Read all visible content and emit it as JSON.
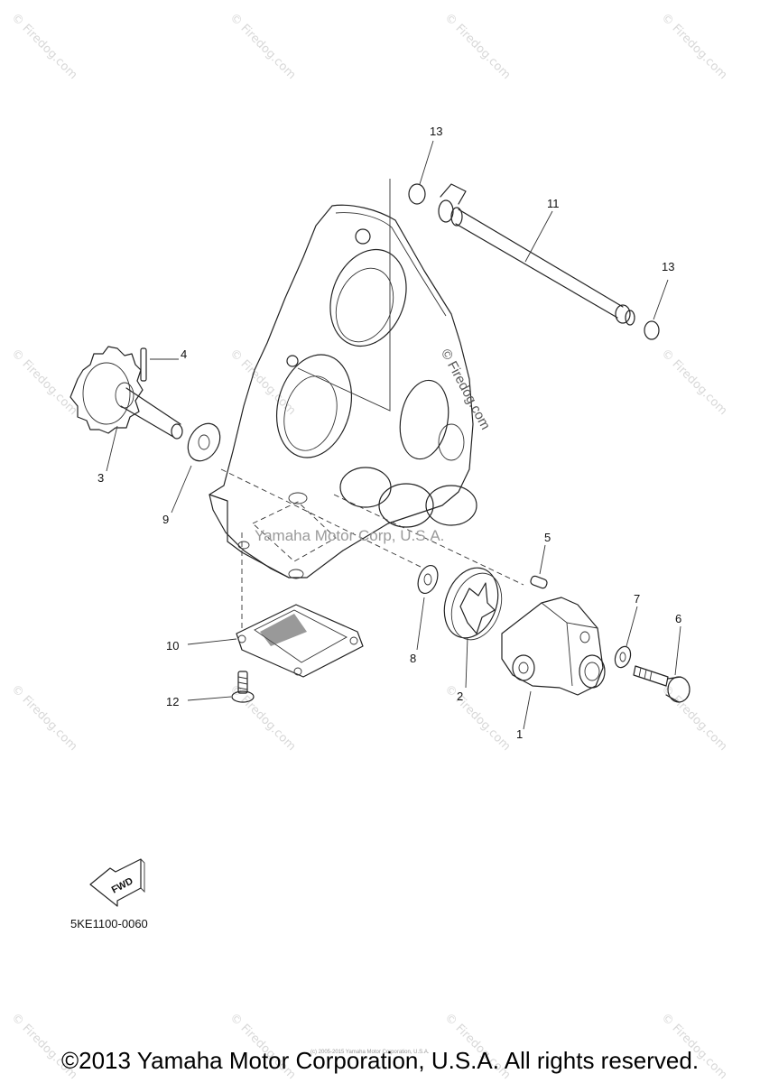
{
  "diagram": {
    "code": "5KE1100-0060",
    "fwd_label": "FWD",
    "callouts": [
      "1",
      "2",
      "3",
      "4",
      "5",
      "6",
      "7",
      "8",
      "9",
      "10",
      "11",
      "12",
      "13",
      "13"
    ]
  },
  "watermarks": {
    "repeat_text": "© Firedog.com",
    "center_text": "Yamaha Motor Corp, U.S.A.",
    "firedog_text": "© Firedog.com"
  },
  "footer": {
    "copyright": "©2013 Yamaha Motor Corporation, U.S.A. All rights reserved.",
    "tiny_credit": "(c) 2005-2015 Yamaha Motor Corporation, U.S.A."
  }
}
